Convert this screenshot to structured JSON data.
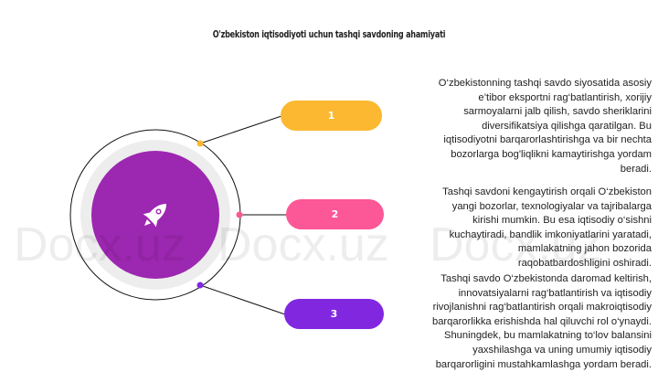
{
  "title": "O'zbekiston iqtisodiyoti uchun tashqi savdoning ahamiyati",
  "watermark": "Docx.uz",
  "colors": {
    "center": "#9C27B0",
    "item1": "#FBB830",
    "item2": "#FC5796",
    "item3": "#8127E0",
    "ring": "#EDEDED"
  },
  "center_icon": "rocket-icon",
  "items": [
    {
      "label": "1",
      "text": "O‘zbekistonning tashqi savdo siyosatida asosiy\ne’tibor eksportni rag‘batlantirish, xorijiy\nsarmoyalarni jalb qilish, savdo sheriklarini\ndiversifikatsiya qilishga qaratilgan. Bu\niqtisodiyotni barqarorlashtirishga va bir nechta\nbozorlarga bog'liqlikni kamaytirishga yordam\nberadi."
    },
    {
      "label": "2",
      "text": "Tashqi savdoni kengaytirish orqali O‘zbekiston\nyangi bozorlar, texnologiyalar va tajribalarga\nkirishi mumkin. Bu esa iqtisodiy o‘sishni\nkuchaytiradi, bandlik imkoniyatlarini yaratadi,\nmamlakatning jahon bozorida\nraqobatbardoshligini oshiradi."
    },
    {
      "label": "3",
      "text": "Tashqi savdo O‘zbekistonda daromad keltirish,\ninnovatsiyalarni rag‘batlantirish va iqtisodiy\nrivojlanishni rag‘batlantirish orqali makroiqtisodiy\nbarqarorlikka erishishda hal qiluvchi rol o‘ynaydi.\nShuningdek, bu mamlakatning to‘lov balansini\nyaxshilashga va uning umumiy iqtisodiy\nbarqarorligini mustahkamlashga yordam beradi."
    }
  ]
}
